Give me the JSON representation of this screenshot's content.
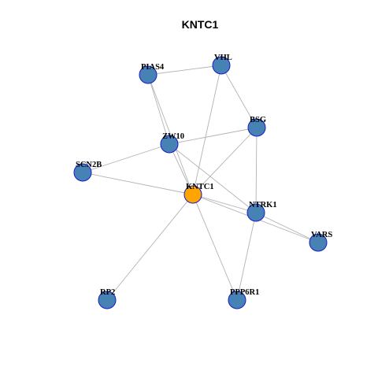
{
  "title": "KNTC1",
  "colors": {
    "background": "#ffffff",
    "edge": "#b3b3b3",
    "node_default": "#4682b4",
    "node_center": "#ffa500",
    "node_border": "#1a1acc"
  },
  "nodes": [
    {
      "id": "KNTC1",
      "label": "KNTC1",
      "center": true
    },
    {
      "id": "VHL",
      "label": "VHL"
    },
    {
      "id": "PIAS4",
      "label": "PIAS4"
    },
    {
      "id": "BSG",
      "label": "BSG"
    },
    {
      "id": "ZW10",
      "label": "ZW10"
    },
    {
      "id": "SCN2B",
      "label": "SCN2B"
    },
    {
      "id": "NTRK1",
      "label": "NTRK1"
    },
    {
      "id": "VARS",
      "label": "VARS"
    },
    {
      "id": "RP2",
      "label": "RP2"
    },
    {
      "id": "PPP6R1",
      "label": "PPP6R1"
    }
  ],
  "edges": [
    [
      "PIAS4",
      "VHL"
    ],
    [
      "PIAS4",
      "ZW10"
    ],
    [
      "PIAS4",
      "KNTC1"
    ],
    [
      "VHL",
      "KNTC1"
    ],
    [
      "VHL",
      "BSG"
    ],
    [
      "BSG",
      "ZW10"
    ],
    [
      "BSG",
      "KNTC1"
    ],
    [
      "BSG",
      "NTRK1"
    ],
    [
      "ZW10",
      "SCN2B"
    ],
    [
      "ZW10",
      "KNTC1"
    ],
    [
      "ZW10",
      "NTRK1"
    ],
    [
      "SCN2B",
      "KNTC1"
    ],
    [
      "KNTC1",
      "NTRK1"
    ],
    [
      "KNTC1",
      "VARS"
    ],
    [
      "KNTC1",
      "RP2"
    ],
    [
      "KNTC1",
      "PPP6R1"
    ],
    [
      "NTRK1",
      "VARS"
    ],
    [
      "NTRK1",
      "PPP6R1"
    ]
  ]
}
